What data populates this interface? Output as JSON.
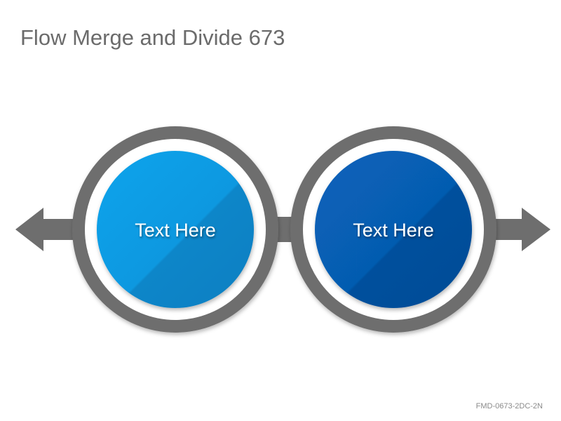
{
  "slide": {
    "title": "Flow Merge and Divide 673",
    "footer_code": "FMD-0673-2DC-2N"
  },
  "diagram": {
    "nodes": [
      {
        "label": "Text Here",
        "fill_light": "#12a4ec",
        "fill_dark": "#0c7fc2"
      },
      {
        "label": "Text Here",
        "fill_light": "#0863bb",
        "fill_dark": "#054c96"
      }
    ],
    "connector_color": "#6e6e6e",
    "arrows": [
      "left",
      "right"
    ]
  }
}
